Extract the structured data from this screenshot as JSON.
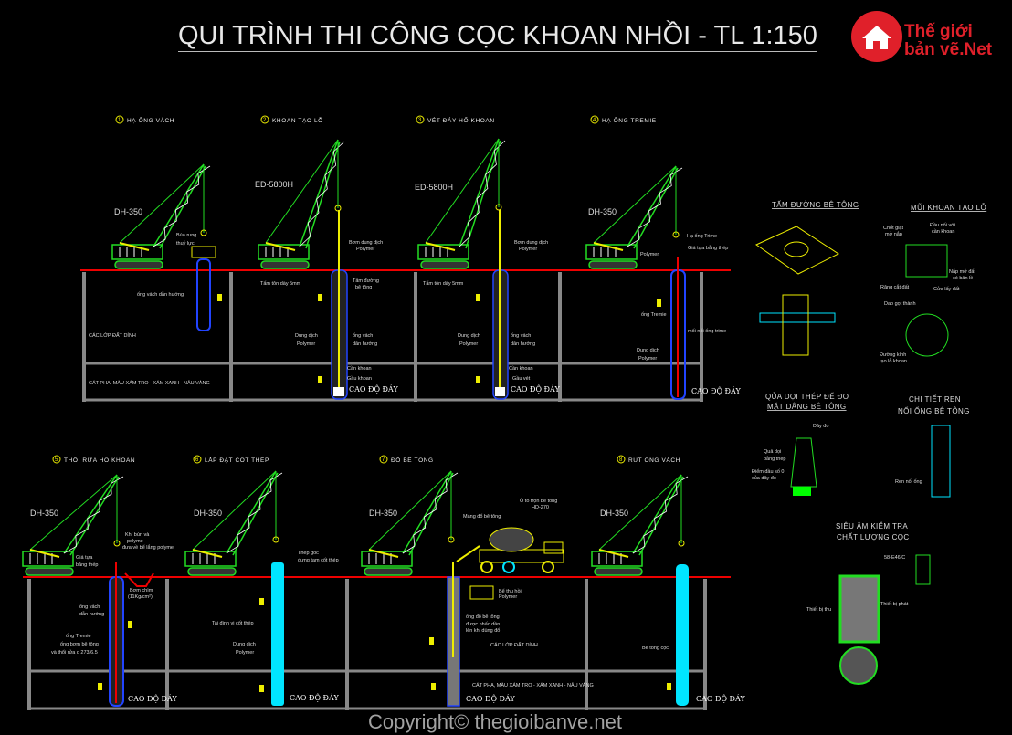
{
  "title": "QUI TRÌNH THI CÔNG CỌC KHOAN NHỒI - TL 1:150",
  "logo": {
    "line1": "Thế giới",
    "line2": "bản vẽ.Net"
  },
  "copyright": "Copyright© thegioibanve.net",
  "steps": [
    {
      "num": "1",
      "title": "HẠ ỐNG VÁCH",
      "machine": "DH-350",
      "labels": [
        "Búa rung",
        "thuỷ lực",
        "ống vách dẫn hướng",
        "CÁC LỚP ĐẤT DÍNH",
        "CÁT PHA, MÀU XÁM TRO - XÁM XANH - NÂU VÀNG"
      ]
    },
    {
      "num": "2",
      "title": "KHOAN TẠO LỖ",
      "machine": "ED-5800H",
      "labels": [
        "Bơm dung dịch",
        "Polymer",
        "Tấm tôn dày 5mm",
        "Tấm đường",
        "bê tông",
        "Dung dịch",
        "Polymer",
        "ống vách",
        "dẫn hướng",
        "Cần khoan",
        "Gầu khoan",
        "CAO ĐỘ ĐÁY"
      ]
    },
    {
      "num": "3",
      "title": "VÉT ĐÁY HỐ KHOAN",
      "machine": "ED-5800H",
      "labels": [
        "Bơm dung dịch",
        "Polymer",
        "Tấm tôn dày 5mm",
        "Dung dịch",
        "Polymer",
        "ống vách",
        "dẫn hướng",
        "Cần khoan",
        "Gầu vét",
        "CAO ĐỘ ĐÁY"
      ]
    },
    {
      "num": "4",
      "title": "HẠ ỐNG TREMIE",
      "machine": "DH-350",
      "labels": [
        "Hạ ống Trime",
        "Giá tựa bằng thép",
        "Polymer",
        "ống Tremie",
        "mối nối ống trime",
        "Dung dịch",
        "Polymer",
        "CAO ĐỘ ĐÁY"
      ]
    },
    {
      "num": "5",
      "title": "THỔI RỬA HỐ KHOAN",
      "machine": "DH-350",
      "labels": [
        "Giá tựa",
        "bằng thép",
        "Khí bùn và",
        "polyme",
        "đưa về bể lắng polyme",
        "Bơm chìm",
        "(11Kg/cm²)",
        "ống vách",
        "dẫn hướng",
        "ống Tremie",
        "ống bơm bê tông",
        "và thổi rửa d 273/6.5",
        "CAO ĐỘ ĐÁY"
      ]
    },
    {
      "num": "6",
      "title": "LẮP ĐẶT CỐT THÉP",
      "machine": "DH-350",
      "labels": [
        "Thép góc",
        "đựng tạm cốt thép",
        "Tai định vị cốt thép",
        "Dung dịch",
        "Polymer",
        "CAO ĐỘ ĐÁY"
      ]
    },
    {
      "num": "7",
      "title": "ĐỔ BÊ TÔNG",
      "machine": "DH-350",
      "labels": [
        "Máng đổ bê tông",
        "Ô tô trộn bê tông",
        "HD-270",
        "Bể thu hồi",
        "Polymer",
        "ống đổ bê tông",
        "được nhấc dần",
        "lên khi dùng đổ",
        "CÁC LỚP ĐẤT DÍNH",
        "CÁT PHA, MÀU XÁM TRO - XÁM XANH - NÂU VÀNG",
        "CAO ĐỘ ĐÁY"
      ]
    },
    {
      "num": "8",
      "title": "RÚT ỐNG VÁCH",
      "machine": "DH-350",
      "labels": [
        "Bê tông cọc",
        "CAO ĐỘ ĐÁY"
      ]
    }
  ],
  "details": {
    "plate": {
      "title": "TẤM ĐƯỜNG BÊ TÔNG"
    },
    "bit": {
      "title": "MŨI KHOAN TẠO LỖ",
      "labels": [
        "Chốt giật",
        "mở nắp",
        "Đầu nối với",
        "cần khoan",
        "Nắp mở đất",
        "có bản lề",
        "Răng cắt đất",
        "Cửa lấy đất",
        "Dao gọt thành",
        "Đường kính",
        "tạo lỗ khoan"
      ]
    },
    "plumb": {
      "title1": "QỦA DỌI THÉP ĐỂ ĐO",
      "title2": "MẶT DÂNG BÊ TÔNG",
      "labels": [
        "Dây đo",
        "Quả dọi",
        "bằng thép",
        "Điểm đầu số 0",
        "của dây đo"
      ]
    },
    "thread": {
      "title1": "CHI TIẾT REN",
      "title2": "NỐI ỐNG BÊ TÔNG",
      "labels": [
        "Ren nối ống"
      ]
    },
    "sonic": {
      "title1": "SIÊU ÂM KIỂM TRA",
      "title2": "CHẤT LƯỢNG CỌC",
      "labels": [
        "58-E46/C",
        "Thiết bị thu",
        "Thiết bị phát"
      ]
    }
  },
  "colors": {
    "ground": "#e00000",
    "crane": "#22dd22",
    "casing": "#2244ff",
    "concrete": "#00e5ff",
    "leader": "#ee00ee",
    "marker": "#eeee00"
  }
}
